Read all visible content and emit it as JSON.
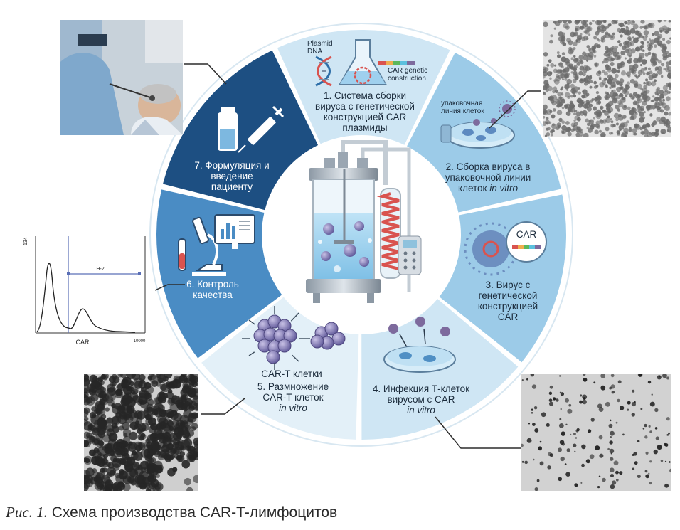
{
  "segments": [
    {
      "id": 1,
      "title": [
        "1. Система сборки",
        "вируса с генетической",
        "конструкцией CAR",
        "плазмиды"
      ]
    },
    {
      "id": 2,
      "title": [
        "2. Сборка вируса в",
        "упаковочной линии",
        "клеток"
      ],
      "title_italic": "in vitro"
    },
    {
      "id": 3,
      "title": [
        "3. Вирус с",
        "генетической",
        "конструкцией",
        "CAR"
      ]
    },
    {
      "id": 4,
      "title": [
        "4. Инфекция Т-клеток",
        "вирусом с CAR"
      ],
      "title_italic": "in vitro"
    },
    {
      "id": 5,
      "title": [
        "5. Размножение",
        "CAR-T клеток"
      ],
      "title_italic": "in vitro"
    },
    {
      "id": 6,
      "title": [
        "6. Контроль",
        "качества"
      ]
    },
    {
      "id": 7,
      "title": [
        "7. Формуляция и",
        "введение",
        "пациенту"
      ]
    }
  ],
  "labels": {
    "plasmid_dna": [
      "Plasmid",
      "DNA"
    ],
    "car_genetic": [
      "CAR genetic",
      "construction"
    ],
    "packaging_line": [
      "упаковочная",
      "линия клеток"
    ],
    "car_badge": "CAR",
    "car_t_cells": "CAR-T клетки"
  },
  "histogram": {
    "y_axis_label": "134",
    "x_axis_label": "CAR",
    "x_max_label": "10000",
    "gate_label": "H-2"
  },
  "caption": {
    "lead": "Рис. 1.",
    "text": "Схема производства CAR-T-лимфоцитов"
  },
  "colors": {
    "seg1": "#cfe6f4",
    "seg2": "#9ccbe8",
    "seg3": "#9ccbe8",
    "seg4": "#cfe6f4",
    "seg5": "#e3f0f8",
    "seg6": "#4a8cc4",
    "seg7": "#1d4f82",
    "accent_red": "#d9534f",
    "purple_cell": "#7d6a9d"
  }
}
